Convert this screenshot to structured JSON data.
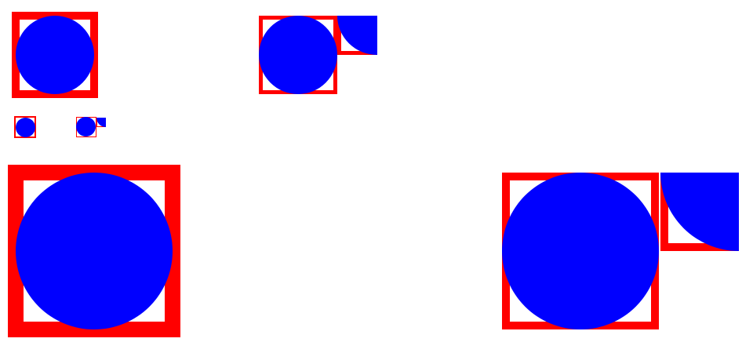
{
  "colors": {
    "background": "#ffffff",
    "frame": "#ff0000",
    "fill": "#0000ff"
  },
  "groups": [
    {
      "name": "group-1",
      "shapes": [
        "square-frame",
        "circle"
      ]
    },
    {
      "name": "group-2",
      "shapes": [
        "square-frame",
        "circle",
        "square-frame",
        "quarter-circle"
      ]
    },
    {
      "name": "group-3",
      "shapes": [
        "square-frame",
        "circle"
      ]
    },
    {
      "name": "group-4",
      "shapes": [
        "square-frame",
        "circle",
        "square-frame",
        "quarter-circle"
      ]
    },
    {
      "name": "group-5",
      "shapes": [
        "square-frame",
        "circle"
      ]
    },
    {
      "name": "group-6",
      "shapes": [
        "square-frame",
        "circle",
        "square-frame",
        "quarter-circle"
      ]
    }
  ]
}
